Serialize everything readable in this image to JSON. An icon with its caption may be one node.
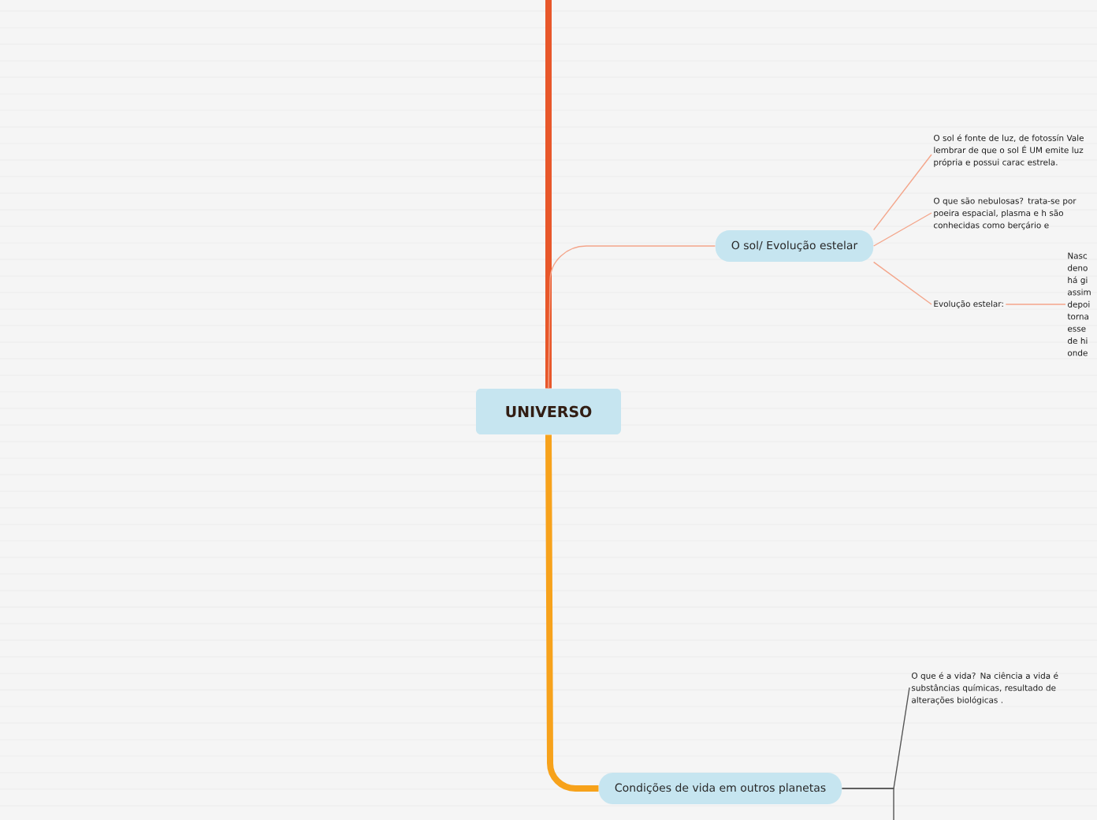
{
  "diagram": {
    "nodes": [
      {
        "text": [
          "UNIVERSO"
        ]
      },
      {
        "text": [
          "O sol/ Evolução estelar"
        ]
      },
      {
        "text": [
          "Condições de vida em outros planetas"
        ]
      },
      {
        "text": [
          "O sol é fonte de luz, de fotossín Vale lembrar de que o sol É UM emite luz própria e possui carac estrela."
        ]
      },
      {
        "text": [
          "O que são nebulosas? trata-se por poeira espacial, plasma e h são conhecidas como berçário e"
        ]
      },
      {
        "text": [
          "Evolução estelar:"
        ]
      },
      {
        "text": [
          "Nasc deno há gi assim depoi torna esse de hi onde"
        ]
      },
      {
        "text": [
          "O que é a vida? Na ciência a vida é substâncias químicas, resultado de alterações biológicas ."
        ]
      }
    ],
    "edges": [
      {
        "from": 0,
        "to": null,
        "arrow": "none",
        "style": "thick",
        "color": "#e8572a"
      },
      {
        "from": 0,
        "to": 1,
        "arrow": "none",
        "color": "#f4a58a"
      },
      {
        "from": 0,
        "to": 2,
        "arrow": "none",
        "style": "thick",
        "color": "#f7a21b"
      },
      {
        "from": 1,
        "to": 3,
        "arrow": "none",
        "color": "#f4a58a"
      },
      {
        "from": 1,
        "to": 4,
        "arrow": "none",
        "color": "#f4a58a"
      },
      {
        "from": 1,
        "to": 5,
        "arrow": "none",
        "color": "#f4a58a"
      },
      {
        "from": 5,
        "to": 6,
        "arrow": "none",
        "color": "#f4a58a"
      },
      {
        "from": 2,
        "to": 7,
        "arrow": "none",
        "color": "#555555"
      },
      {
        "from": 2,
        "to": null,
        "arrow": "none",
        "color": "#555555"
      }
    ]
  }
}
